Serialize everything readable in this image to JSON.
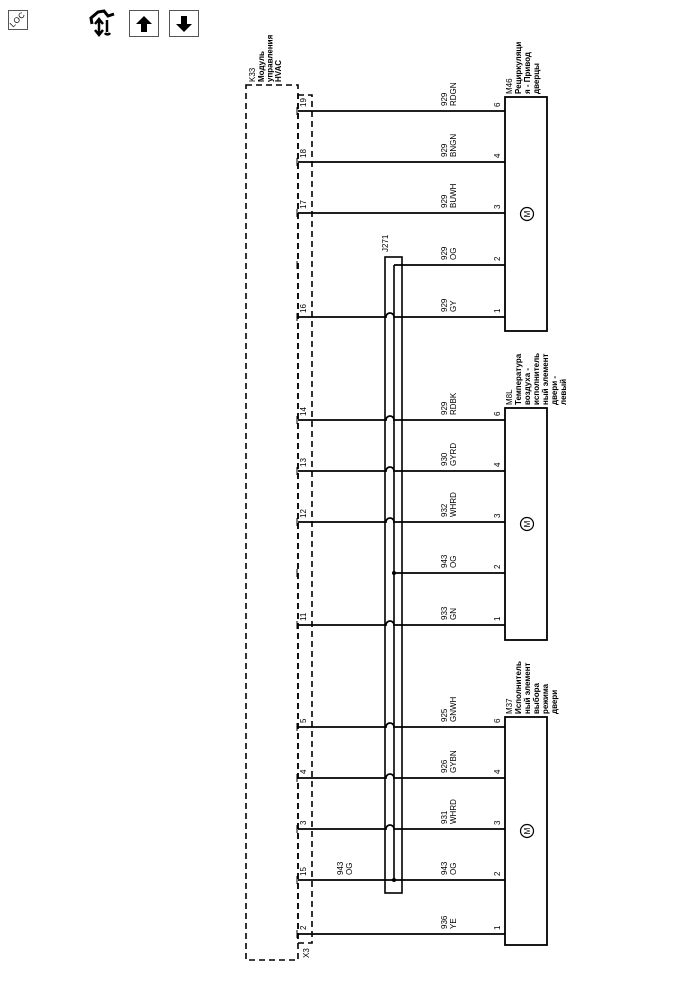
{
  "toolbar": {
    "loc_label": "LOC",
    "icons": [
      "loc-icon",
      "navigate-circuit-icon",
      "arrow-up-icon",
      "arrow-down-icon"
    ]
  },
  "module": {
    "id": "K33",
    "title_lines": [
      "Модуль",
      "управления",
      "HVAC"
    ],
    "connector": "X3"
  },
  "splice": {
    "id": "J271"
  },
  "components": [
    {
      "id": "M46",
      "title_lines": [
        "Рециркуляци",
        "я - Привод",
        "дверцы"
      ],
      "symbol": "M",
      "wires": [
        {
          "module_pin": "19",
          "wire": "929",
          "color": "RDGN",
          "pin": "6"
        },
        {
          "module_pin": "18",
          "wire": "929",
          "color": "BNGN",
          "pin": "4"
        },
        {
          "module_pin": "17",
          "wire": "929",
          "color": "BUWH",
          "pin": "3"
        },
        {
          "module_pin": "",
          "wire": "929",
          "color": "OG",
          "pin": "2",
          "from_splice": true
        },
        {
          "module_pin": "16",
          "wire": "929",
          "color": "GY",
          "pin": "1"
        }
      ]
    },
    {
      "id": "M8L",
      "title_lines": [
        "Температура",
        "воздуха -",
        "исполнитель",
        "ный элемент",
        "двери -",
        "левый"
      ],
      "symbol": "M",
      "wires": [
        {
          "module_pin": "14",
          "wire": "929",
          "color": "RDBK",
          "pin": "6"
        },
        {
          "module_pin": "13",
          "wire": "930",
          "color": "GYRD",
          "pin": "4"
        },
        {
          "module_pin": "12",
          "wire": "932",
          "color": "WHRD",
          "pin": "3"
        },
        {
          "module_pin": "",
          "wire": "943",
          "color": "OG",
          "pin": "2",
          "from_splice": true
        },
        {
          "module_pin": "11",
          "wire": "933",
          "color": "GN",
          "pin": "1"
        }
      ]
    },
    {
      "id": "M37",
      "title_lines": [
        "Исполнитель",
        "ный элемент",
        "выбора",
        "режима",
        "двери"
      ],
      "symbol": "M",
      "wires": [
        {
          "module_pin": "5",
          "wire": "925",
          "color": "GNWH",
          "pin": "6"
        },
        {
          "module_pin": "4",
          "wire": "926",
          "color": "GYBN",
          "pin": "4"
        },
        {
          "module_pin": "3",
          "wire": "931",
          "color": "WHRD",
          "pin": "3"
        },
        {
          "module_pin": "15",
          "wire": "943",
          "color": "OG",
          "pin": "2",
          "splice_feed": true,
          "feed_wire": "943",
          "feed_color": "OG"
        },
        {
          "module_pin": "2",
          "wire": "936",
          "color": "YE",
          "pin": "1"
        }
      ]
    }
  ]
}
